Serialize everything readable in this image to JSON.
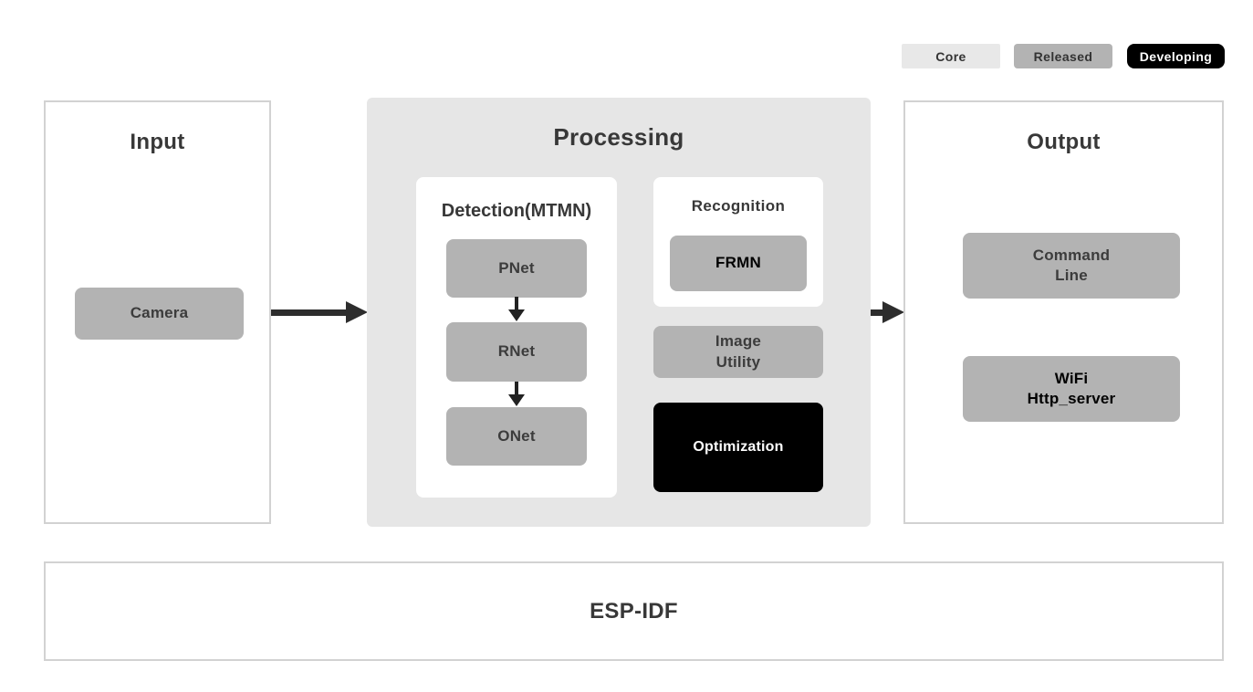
{
  "legend": {
    "items": [
      {
        "id": "core",
        "label": "Core",
        "bg": "#e8e8e8",
        "fg": "#333333"
      },
      {
        "id": "released",
        "label": "Released",
        "bg": "#b3b3b3",
        "fg": "#333333"
      },
      {
        "id": "developing",
        "label": "Developing",
        "bg": "#000000",
        "fg": "#ffffff"
      }
    ]
  },
  "sections": {
    "input": {
      "title": "Input",
      "nodes": {
        "camera": {
          "label": "Camera",
          "status": "released"
        }
      }
    },
    "processing": {
      "title": "Processing",
      "detection": {
        "title": "Detection(MTMN)",
        "nodes": {
          "pnet": "PNet",
          "rnet": "RNet",
          "onet": "ONet"
        },
        "flow": [
          "PNet",
          "RNet",
          "ONet"
        ]
      },
      "recognition": {
        "title": "Recognition",
        "nodes": {
          "frmn": "FRMN"
        }
      },
      "image_utility": {
        "label": "Image\nUtility",
        "status": "released"
      },
      "optimization": {
        "label": "Optimization",
        "status": "developing"
      }
    },
    "output": {
      "title": "Output",
      "nodes": {
        "command_line": {
          "label": "Command\nLine",
          "status": "released"
        },
        "wifi": {
          "label": "WiFi\nHttp_server",
          "status": "released"
        }
      }
    },
    "foundation": {
      "label": "ESP-IDF",
      "status": "core"
    }
  },
  "colors": {
    "core_bg": "#e8e8e8",
    "released_bg": "#b3b3b3",
    "developing_bg": "#000000",
    "processing_bg": "#e6e6e6",
    "section_border": "#d2d2d2",
    "text_dark": "#3c3c3c",
    "arrow": "#2d2d2d"
  }
}
